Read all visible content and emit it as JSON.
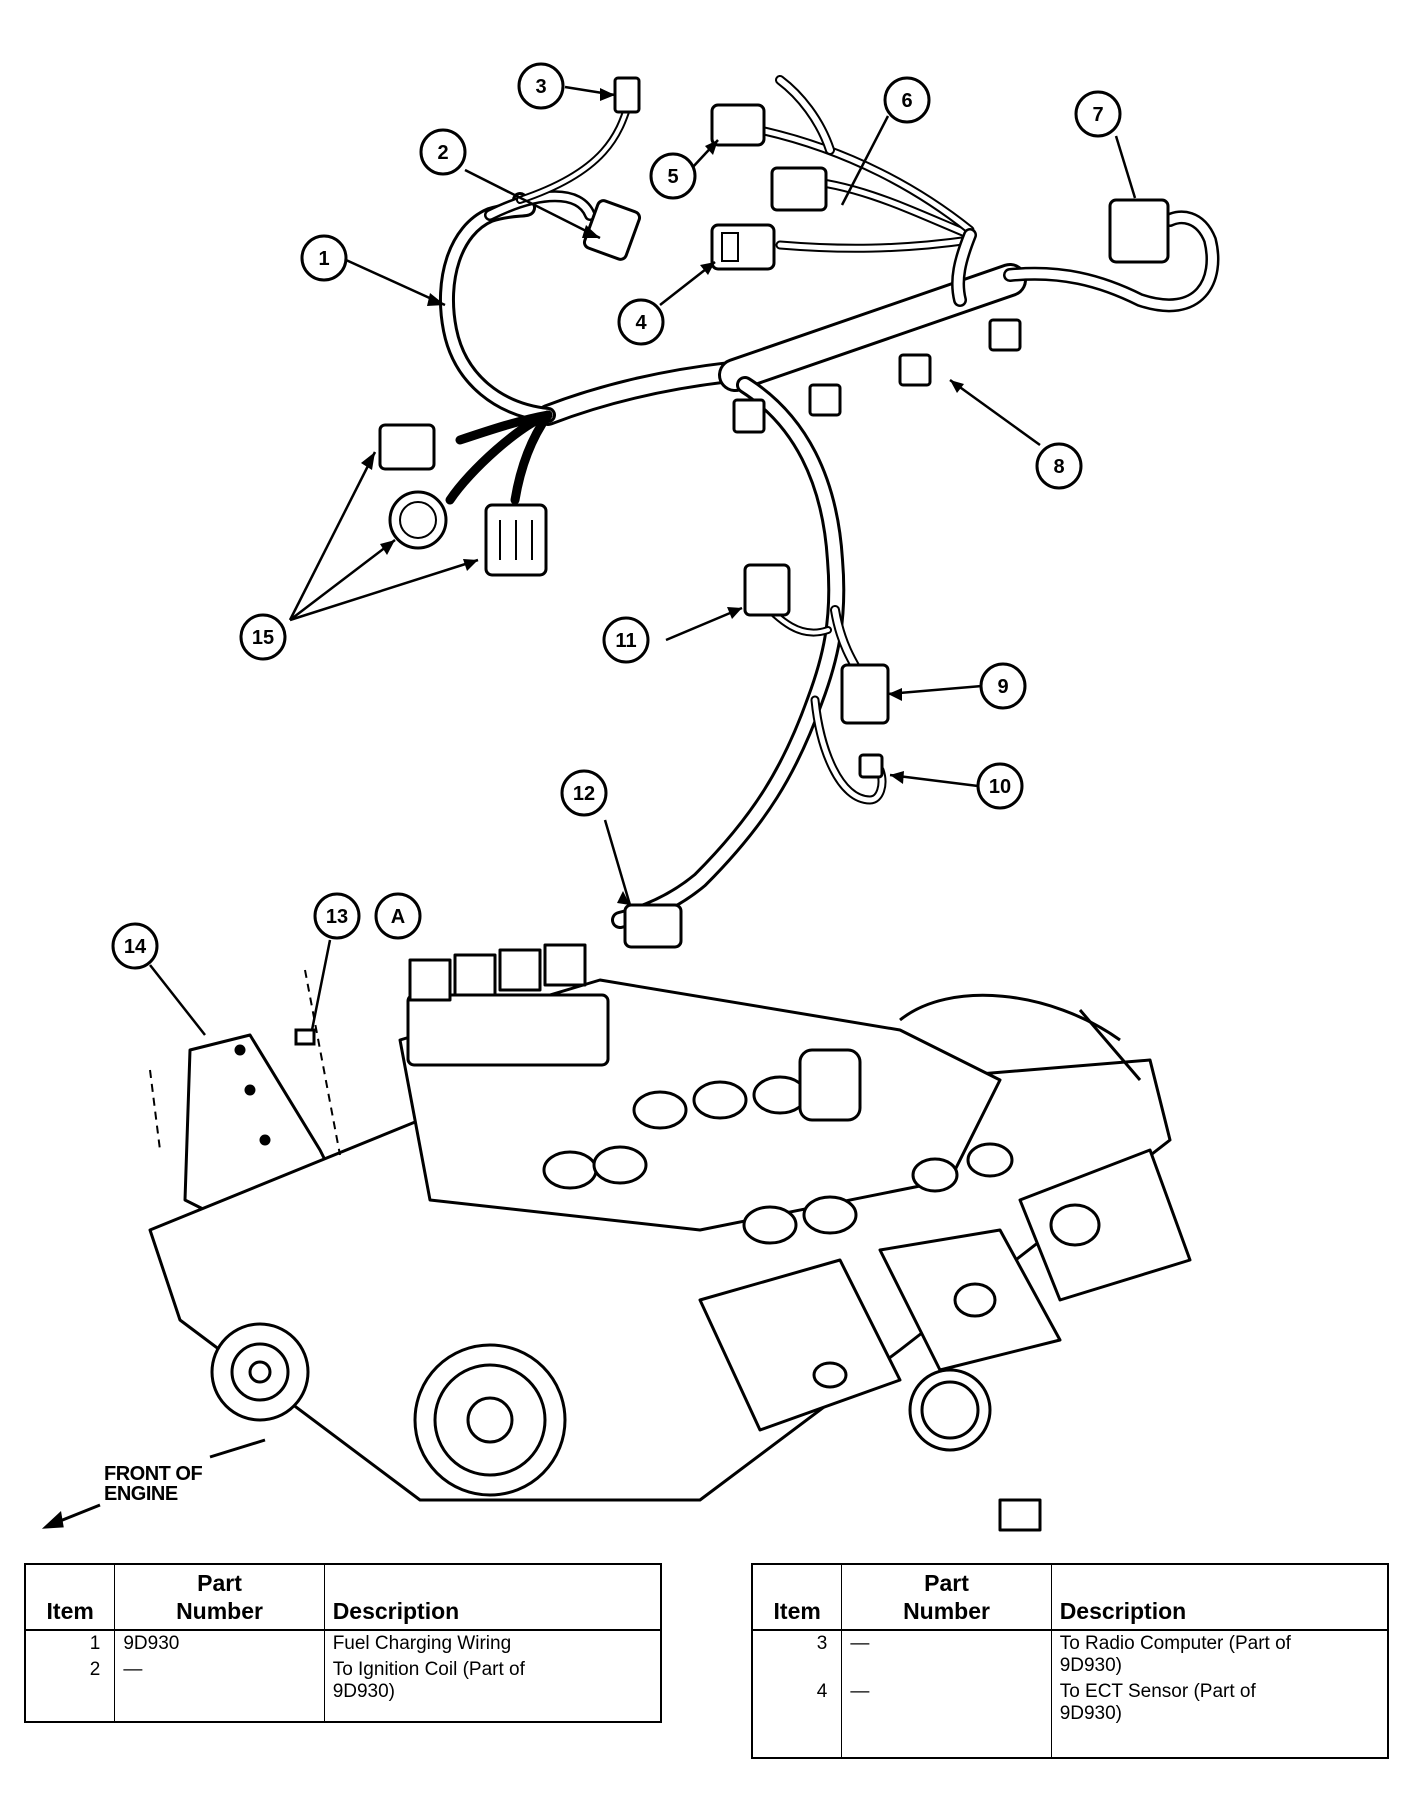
{
  "callouts": [
    {
      "id": "1",
      "label": "1"
    },
    {
      "id": "2",
      "label": "2"
    },
    {
      "id": "3",
      "label": "3"
    },
    {
      "id": "4",
      "label": "4"
    },
    {
      "id": "5",
      "label": "5"
    },
    {
      "id": "6",
      "label": "6"
    },
    {
      "id": "7",
      "label": "7"
    },
    {
      "id": "8",
      "label": "8"
    },
    {
      "id": "9",
      "label": "9"
    },
    {
      "id": "10",
      "label": "10"
    },
    {
      "id": "11",
      "label": "11"
    },
    {
      "id": "12",
      "label": "12"
    },
    {
      "id": "13",
      "label": "13"
    },
    {
      "id": "A",
      "label": "A"
    },
    {
      "id": "14",
      "label": "14"
    },
    {
      "id": "15",
      "label": "15"
    }
  ],
  "front_label": {
    "line1": "FRONT OF",
    "line2": "ENGINE"
  },
  "table_headers": {
    "item": "Item",
    "part_line1": "Part",
    "part_line2": "Number",
    "description": "Description"
  },
  "left_table": [
    {
      "item": "1",
      "part": "9D930",
      "desc_line1": "Fuel Charging Wiring",
      "desc_line2": ""
    },
    {
      "item": "2",
      "part": "—",
      "desc_line1": "To Ignition Coil (Part of",
      "desc_line2": "9D930)"
    }
  ],
  "right_table": [
    {
      "item": "3",
      "part": "—",
      "desc_line1": "To Radio Computer (Part of",
      "desc_line2": "9D930)"
    },
    {
      "item": "4",
      "part": "—",
      "desc_line1": "To ECT Sensor (Part of",
      "desc_line2": "9D930)"
    }
  ]
}
